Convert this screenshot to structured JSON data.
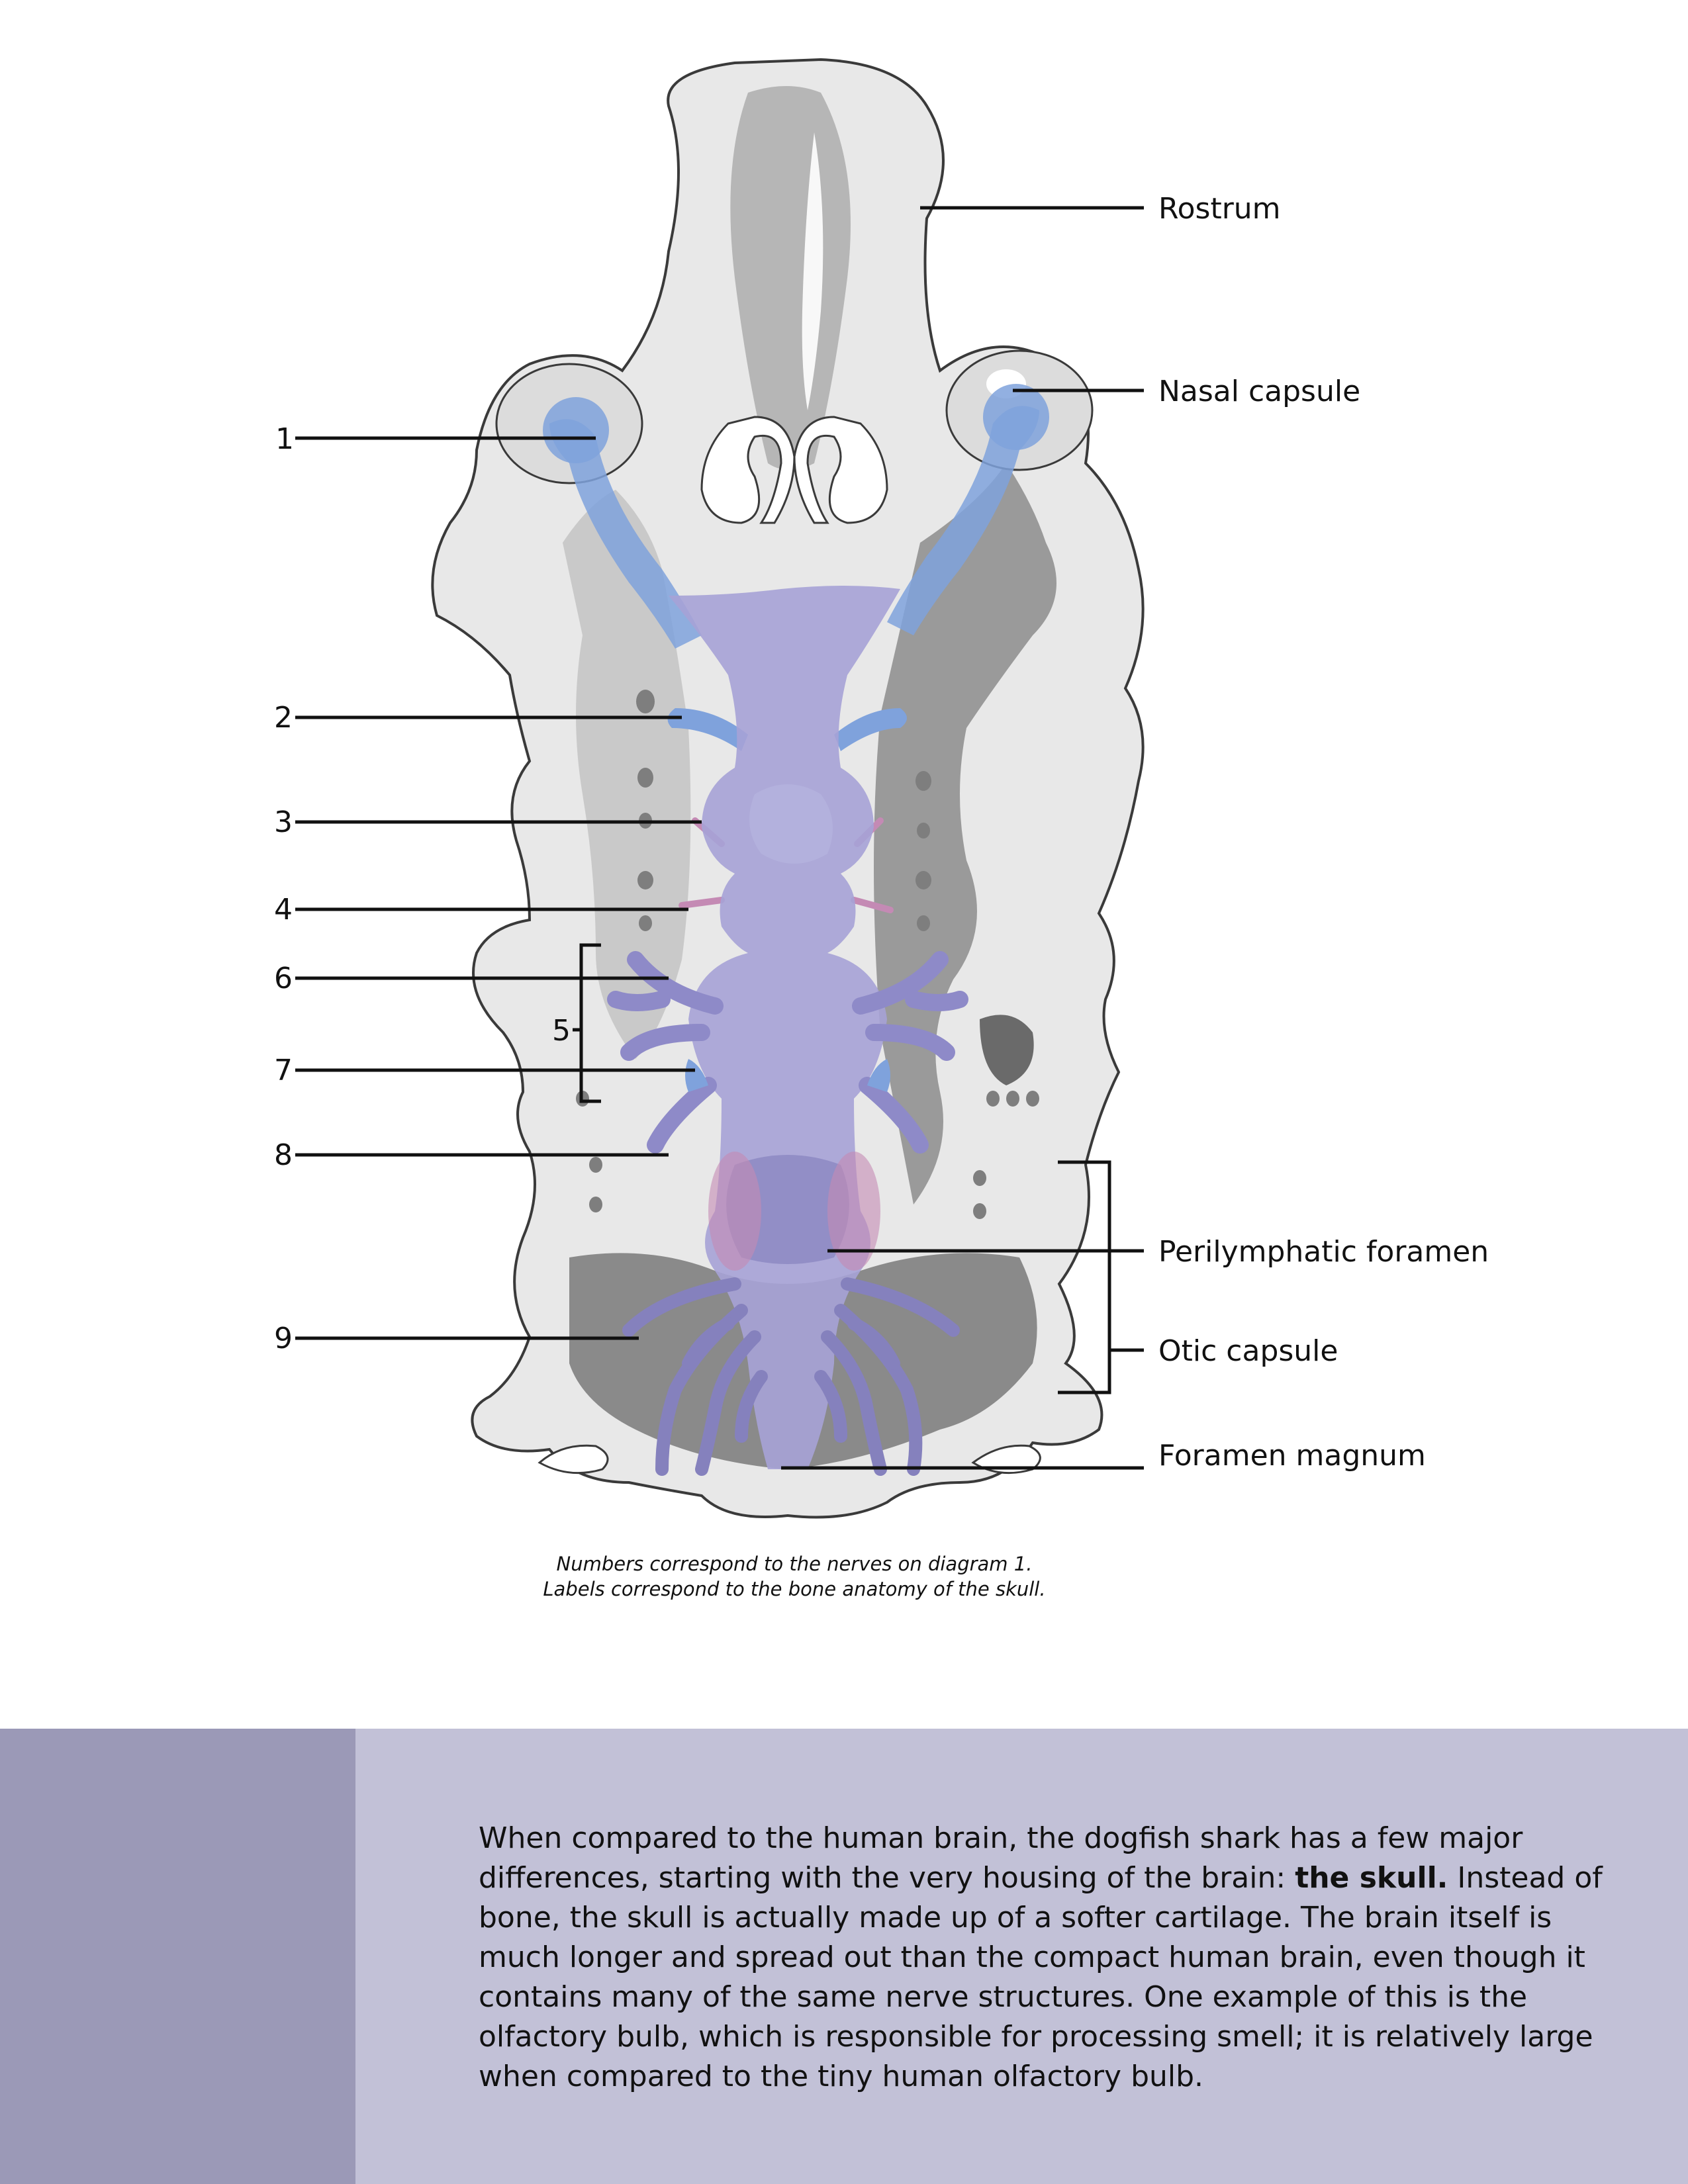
{
  "colors": {
    "band_dark": "#9b99b7",
    "band_light": "#c2c1d7",
    "brain": "#a6a2d6",
    "olfactory_nerve": "#7fa2dc",
    "small_nerve": "#c48ab4",
    "cartilage_light": "#ececec",
    "cartilage_mid": "#c9c9c9",
    "cartilage_dark": "#8e8e8e"
  },
  "diagram": {
    "nerve_numbers": [
      "1",
      "2",
      "3",
      "4",
      "5",
      "6",
      "7",
      "8",
      "9"
    ],
    "labels": {
      "rostrum": "Rostrum",
      "nasal_capsule": "Nasal capsule",
      "perilymphatic_foramen": "Perilymphatic foramen",
      "otic_capsule": "Otic capsule",
      "foramen_magnum": "Foramen magnum"
    },
    "caption_line1": "Numbers correspond to the nerves on diagram 1.",
    "caption_line2": "Labels correspond to the bone anatomy of the skull."
  },
  "body": {
    "text_part1": "When compared to the human brain, the dogfish shark has a few major differences, starting with the very housing of the brain: ",
    "text_bold": "the skull.",
    "text_part2": " Instead of bone, the skull is actually made up of a softer cartilage. The brain itself is much longer and spread out than the compact human brain, even though it contains many of the same nerve structures. One example of this is the olfactory bulb, which is responsible for processing smell; it is relatively large when compared to the tiny human olfactory bulb."
  }
}
